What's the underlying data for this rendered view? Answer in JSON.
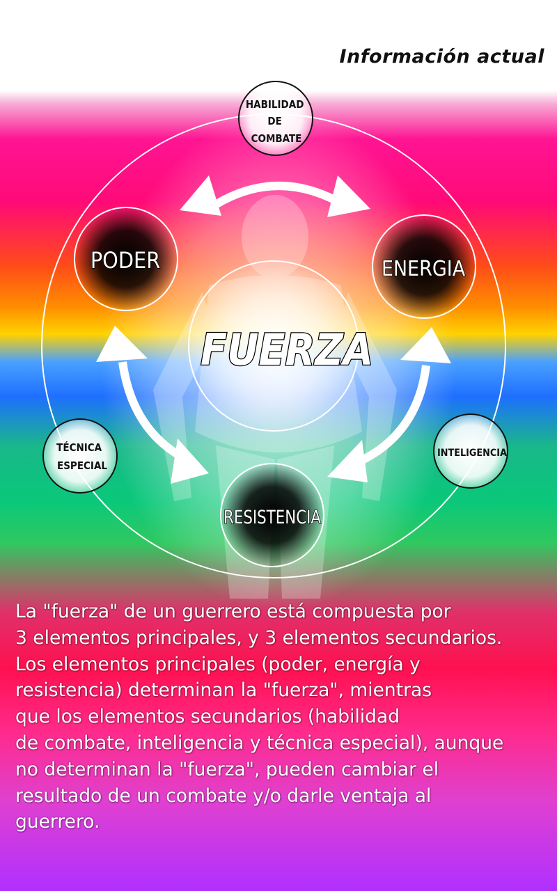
{
  "header": {
    "title": "Información actual"
  },
  "center": {
    "label": "FUERZA"
  },
  "nodes": {
    "combat": {
      "lines": [
        "HABILIDAD",
        "DE",
        "COMBATE"
      ]
    },
    "power": {
      "label": "PODER"
    },
    "energy": {
      "label": "ENERGIA"
    },
    "resistance": {
      "label": "RESISTENCIA"
    },
    "technique": {
      "lines": [
        "TÉCNICA",
        "ESPECIAL"
      ]
    },
    "intelligence": {
      "label": "INTELIGENCIA"
    }
  },
  "description": {
    "lines": [
      "La \"fuerza\" de un guerrero está compuesta por",
      "3 elementos principales, y 3 elementos secundarios.",
      "Los elementos principales (poder, energía y",
      "resistencia) determinan la \"fuerza\", mientras",
      "que los elementos secundarios (habilidad",
      "de combate, inteligencia y técnica especial), aunque",
      "no determinan la \"fuerza\", pueden cambiar el",
      "resultado de un combate y/o darle ventaja al",
      "guerrero."
    ]
  },
  "colors": {
    "node_dark": "#000000",
    "node_outline": "#ffffff",
    "text_white": "#ffffff"
  }
}
